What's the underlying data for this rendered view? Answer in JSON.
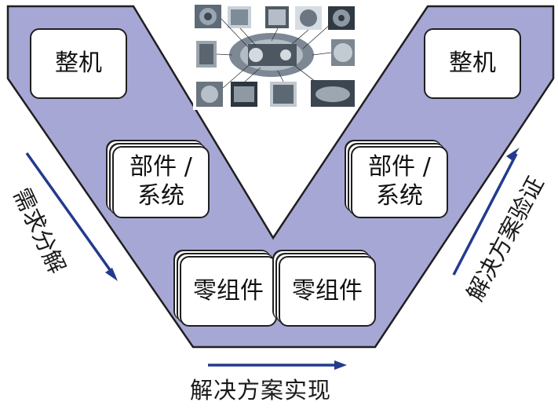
{
  "colors": {
    "vee_fill": "#a7a7d6",
    "vee_stroke": "#1f1f1f",
    "arrow": "#233a8e"
  },
  "diagram": {
    "left_top_box": "整机",
    "right_top_box": "整机",
    "left_mid_box": {
      "line1": "部件 /",
      "line2": "系统"
    },
    "right_mid_box": {
      "line1": "部件 /",
      "line2": "系统"
    },
    "bottom_left_box": "零组件",
    "bottom_right_box": "零组件",
    "left_arrow_label": "需求分解",
    "right_arrow_label": "解决方案验证",
    "bottom_arrow_label": "解决方案实现",
    "center_image": "engine-components-photo"
  }
}
